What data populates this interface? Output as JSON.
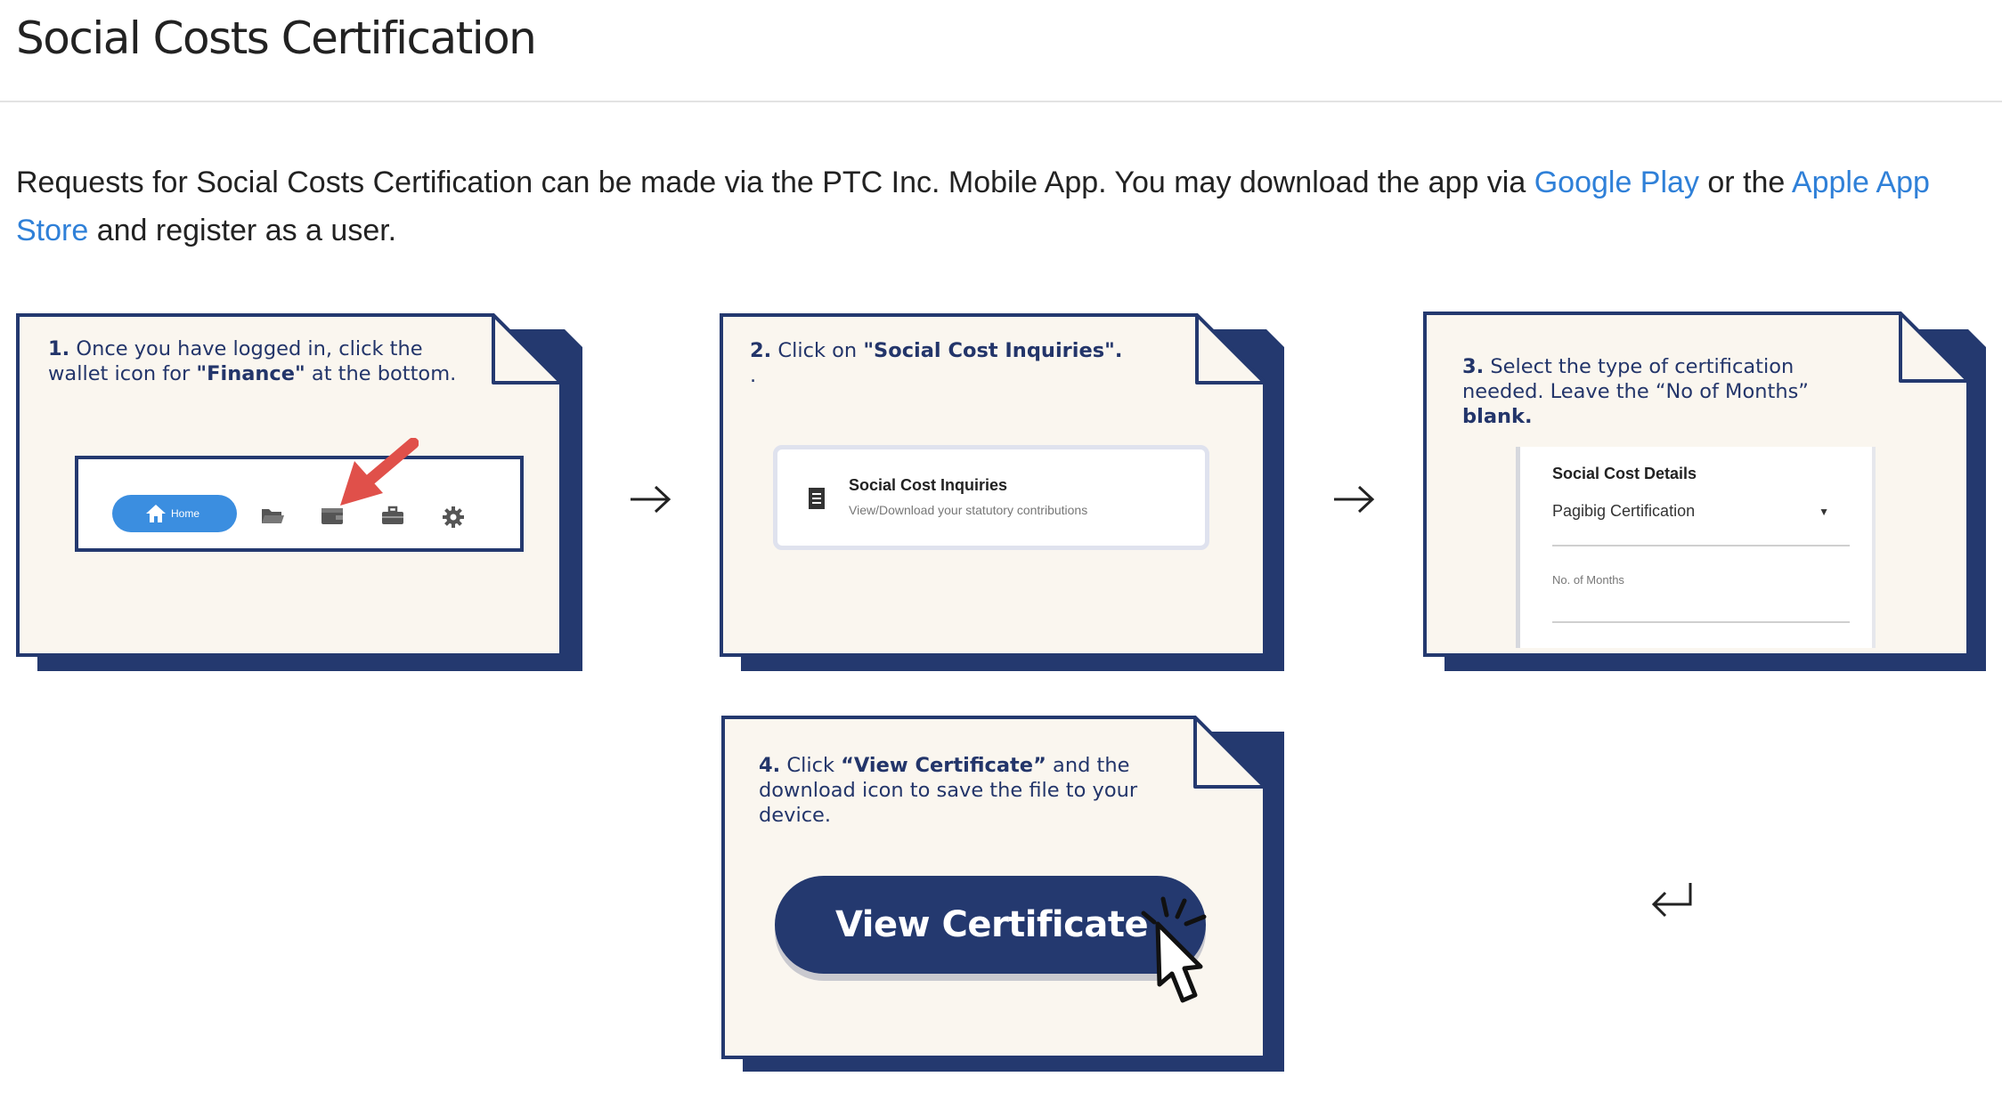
{
  "page": {
    "title": "Social Costs Certification"
  },
  "intro": {
    "text_before": "Requests for Social Costs Certification can be made via the PTC Inc. Mobile App. You may download the app via ",
    "google_play_link": "Google Play",
    "text_middle": " or the ",
    "apple_store_link": "Apple App Store",
    "text_after": " and register as a user."
  },
  "steps": [
    {
      "number": "1.",
      "text_a": " Once you have logged in, click the wallet icon for ",
      "bold": "\"Finance\"",
      "text_b": " at the bottom.",
      "nav": {
        "home_label": "Home",
        "icons": [
          "home-icon",
          "folder-icon",
          "wallet-icon",
          "briefcase-icon",
          "gear-icon"
        ]
      }
    },
    {
      "number": "2.",
      "text_a": " Click  on ",
      "bold": "\"Social Cost Inquiries\".",
      "text_b": "",
      "dot": ".",
      "inquiry": {
        "title": "Social Cost Inquiries",
        "subtitle": "View/Download your statutory contributions"
      }
    },
    {
      "number": "3.",
      "text_a": " Select the type of certification needed. Leave the “No of Months” ",
      "bold": "blank.",
      "text_b": "",
      "details": {
        "title": "Social Cost Details",
        "selected": "Pagibig Certification",
        "months_label": "No. of Months"
      }
    },
    {
      "number": "4.",
      "text_a": " Click ",
      "bold": "“View Certificate”",
      "text_b": " and the download icon to save the file to your device.",
      "button_label": "View Certificate"
    }
  ],
  "colors": {
    "card_bg": "#faf6ef",
    "card_border": "#24396f",
    "link": "#2f80d8",
    "accent_red": "#e0504a",
    "pill_blue": "#3b8ee0"
  }
}
